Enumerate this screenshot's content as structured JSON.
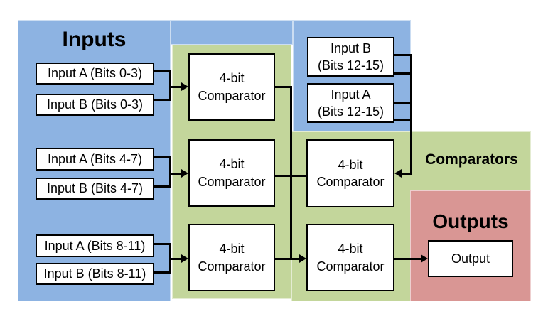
{
  "diagram": {
    "section_labels": {
      "inputs": "Inputs",
      "comparators": "Comparators",
      "outputs": "Outputs"
    },
    "colors": {
      "inputs_region": "#8DB3E2",
      "comparators_region": "#C3D69B",
      "outputs_region": "#D99694",
      "box_background": "#FFFFFF",
      "box_border": "#000000",
      "wire": "#000000"
    },
    "input_boxes": {
      "left": [
        {
          "label": "Input A (Bits 0-3)"
        },
        {
          "label": "Input B (Bits 0-3)"
        },
        {
          "label": "Input A (Bits 4-7)"
        },
        {
          "label": "Input B (Bits 4-7)"
        },
        {
          "label": "Input A (Bits 8-11)"
        },
        {
          "label": "Input B (Bits 8-11)"
        }
      ],
      "top_right": [
        {
          "line1": "Input B",
          "line2": "(Bits 12-15)"
        },
        {
          "line1": "Input A",
          "line2": "(Bits 12-15)"
        }
      ]
    },
    "comparator_boxes": [
      {
        "line1": "4-bit",
        "line2": "Comparator"
      },
      {
        "line1": "4-bit",
        "line2": "Comparator"
      },
      {
        "line1": "4-bit",
        "line2": "Comparator"
      },
      {
        "line1": "4-bit",
        "line2": "Comparator"
      },
      {
        "line1": "4-bit",
        "line2": "Comparator"
      }
    ],
    "output_boxes": [
      {
        "label": "Output"
      }
    ]
  }
}
